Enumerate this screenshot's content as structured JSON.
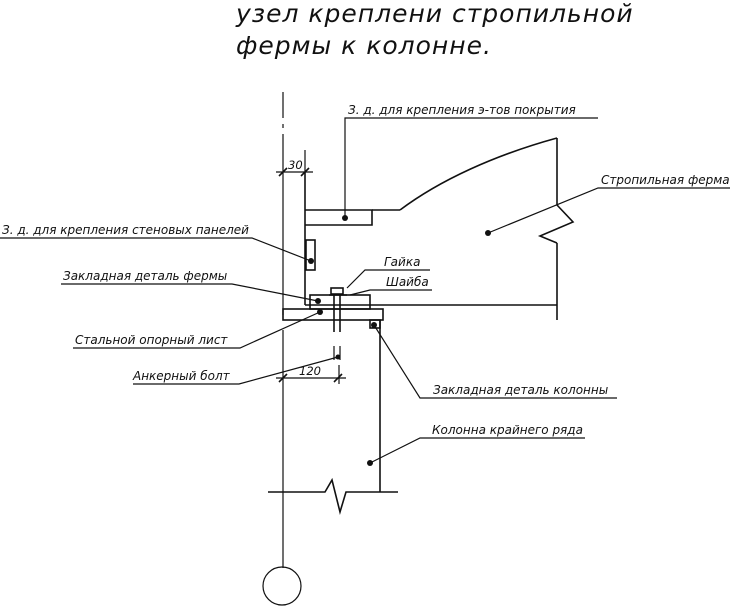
{
  "title": {
    "line1": "узел креплени стропильной",
    "line2": "фермы к колонне."
  },
  "labels": {
    "roof_embed": "З. д. для крепления э-тов покрытия",
    "truss": "Стропильная ферма",
    "wall_panels": "З. д. для крепления стеновых панелей",
    "nut": "Гайка",
    "truss_embed": "Закладная деталь фермы",
    "washer": "Шайба",
    "support_plate": "Стальной опорный лист",
    "anchor_bolt": "Анкерный болт",
    "column_embed": "Закладная деталь колонны",
    "column": "Колонна крайнего ряда"
  },
  "dimensions": {
    "offset": "30",
    "bolt_distance": "120"
  }
}
